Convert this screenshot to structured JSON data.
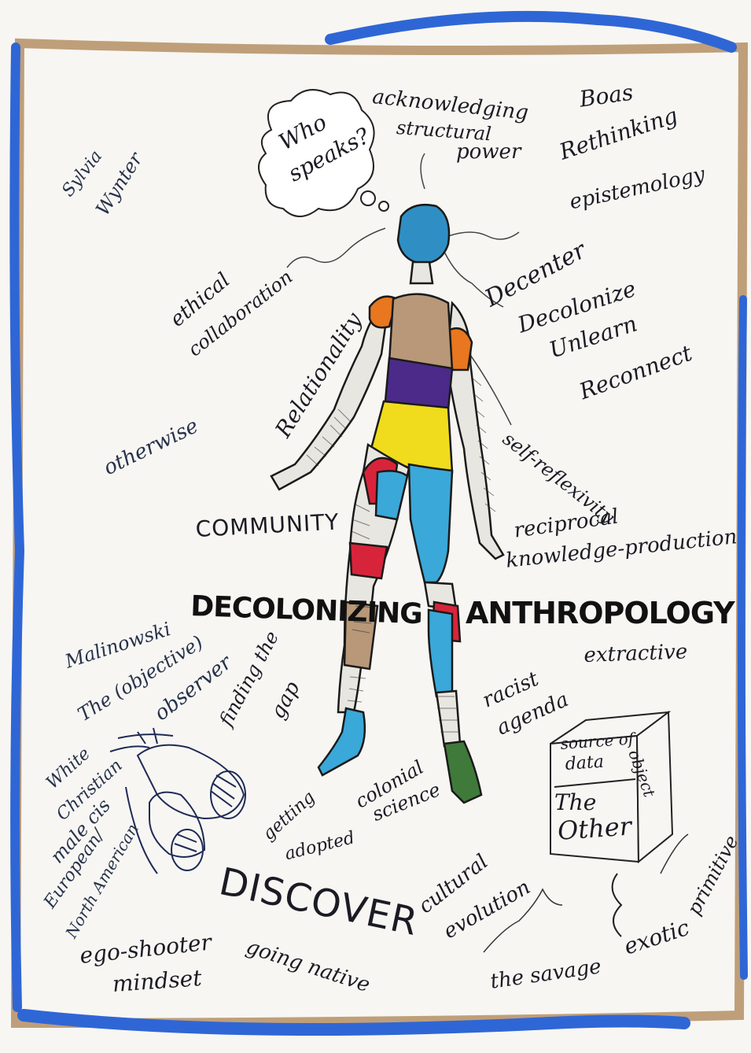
{
  "title": {
    "left": "DECOLONIZING",
    "right": "ANTHROPOLOGY"
  },
  "thought_bubble": {
    "line1": "Who",
    "line2": "speaks?"
  },
  "top": {
    "a": "acknowledging",
    "b": "structural",
    "c": "power"
  },
  "boas": "Boas",
  "rethinking": {
    "a": "Rethinking",
    "b": "epistemology"
  },
  "wynter": {
    "a": "Sylvia",
    "b": "Wynter"
  },
  "ethical": {
    "a": "ethical",
    "b": "collaboration"
  },
  "relationality": "Relationality",
  "decenter_group": [
    "Decenter",
    "Decolonize",
    "Unlearn",
    "Reconnect"
  ],
  "otherwise": "otherwise",
  "self_reflexivity": "self-reflexivity",
  "community": "COMMUNITY",
  "reciprocal": {
    "a": "reciprocal",
    "b": "knowledge-production"
  },
  "malinowski": "Malinowski",
  "extractive": "extractive",
  "observer": {
    "a": "The (objective)",
    "b": "observer"
  },
  "finding_gap": {
    "a": "finding the",
    "b": "gap"
  },
  "racist": {
    "a": "racist",
    "b": "agenda"
  },
  "identity": [
    "White",
    "Christian",
    "male cis",
    "European/",
    "North American"
  ],
  "colonial": {
    "a": "colonial",
    "b": "science"
  },
  "getting": {
    "a": "getting",
    "b": "adopted"
  },
  "discover": "DISCOVER",
  "going_native": "going native",
  "ego": {
    "a": "ego-shooter",
    "b": "mindset"
  },
  "box": {
    "top": {
      "a": "source of",
      "b": "data"
    },
    "front": {
      "a": "The",
      "b": "Other"
    },
    "side": "object"
  },
  "primitive": "primitive",
  "exotic": "exotic",
  "savage": "the savage",
  "cultural": {
    "a": "cultural",
    "b": "evolution"
  },
  "colors": {
    "blue_frame": "#2f66d6",
    "brown_frame": "#b08a5a",
    "ink": "#1b1b24",
    "head": "#2f8fc4",
    "purple": "#4b2a8a",
    "yellow": "#f0dc1c",
    "red": "#d8243a",
    "cyan": "#3aa8d8",
    "orange": "#e8771f",
    "tan": "#b89878",
    "green": "#3f7a3a"
  }
}
